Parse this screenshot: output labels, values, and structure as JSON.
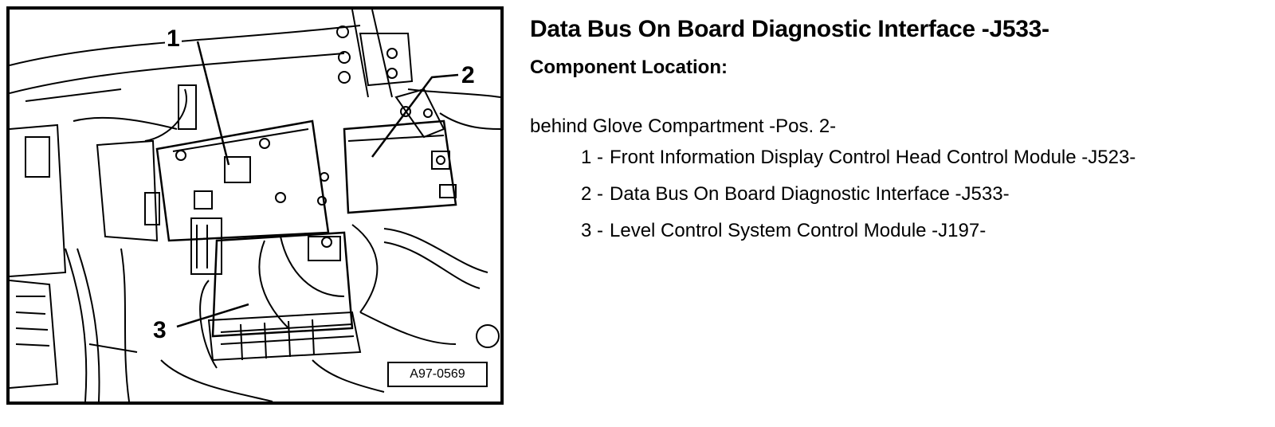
{
  "figure": {
    "callouts": [
      "1",
      "2",
      "3"
    ],
    "code": "A97-0569"
  },
  "text": {
    "title": "Data Bus On Board Diagnostic Interface -J533-",
    "subtitle": "Component Location:",
    "location": "behind Glove Compartment -Pos. 2-",
    "items": [
      {
        "num": "1 -",
        "label": "Front Information Display Control Head Control Module -J523-"
      },
      {
        "num": "2 -",
        "label": "Data Bus On Board Diagnostic Interface -J533-"
      },
      {
        "num": "3 -",
        "label": "Level Control System Control Module -J197-"
      }
    ]
  }
}
